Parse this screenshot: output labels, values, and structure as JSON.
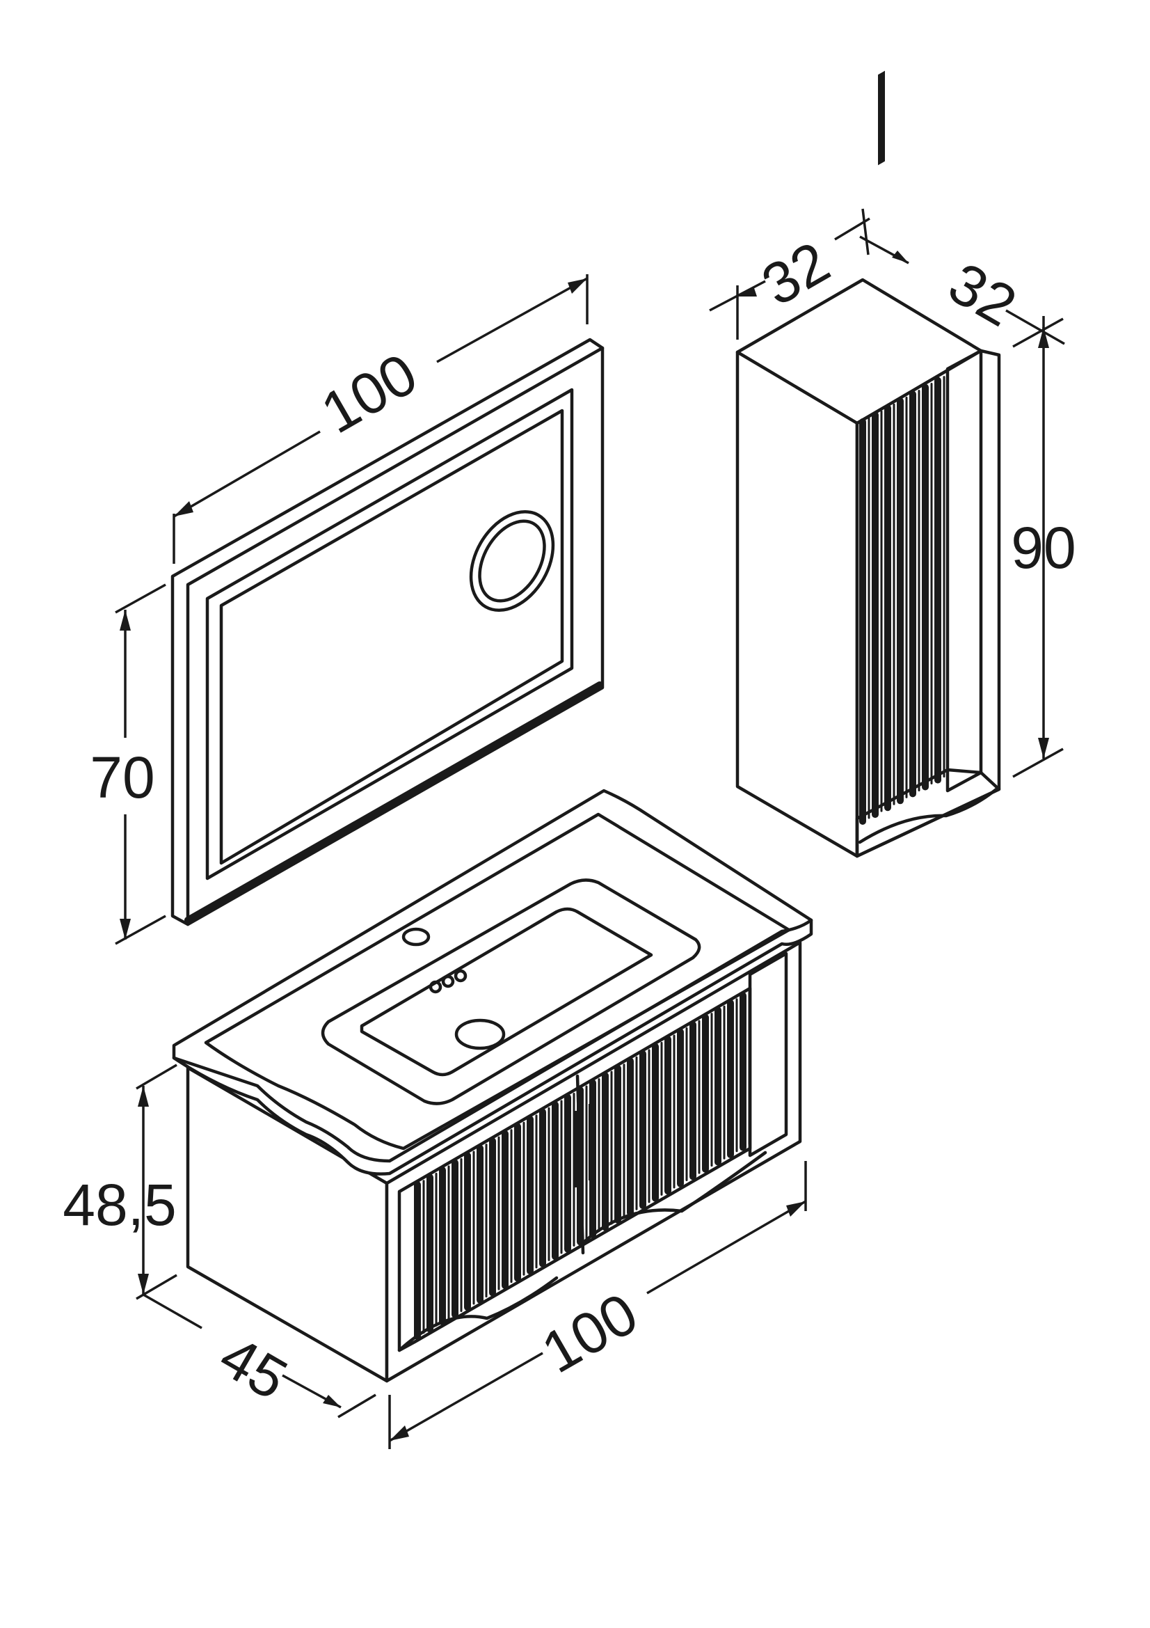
{
  "dimensions": {
    "mirror_width": "100",
    "mirror_height": "70",
    "cabinet_depth_left": "32",
    "cabinet_depth_right": "32",
    "cabinet_height": "90",
    "vanity_height": "48,5",
    "vanity_depth": "45",
    "vanity_width": "100"
  },
  "colors": {
    "line": "#1a1a1a",
    "background": "#ffffff"
  }
}
